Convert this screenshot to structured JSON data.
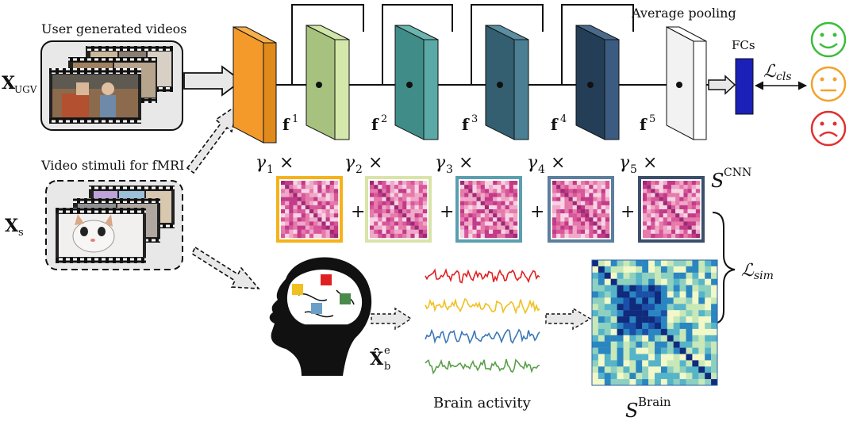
{
  "labels": {
    "ugv_title": "User generated videos",
    "stim_title": "Video stimuli for fMRI",
    "x_ugv_main": "X",
    "x_ugv_sub": "UGV",
    "x_s_main": "X",
    "x_s_sub": "s",
    "avg_pooling": "Average pooling",
    "fcs": "FCs",
    "loss_cls_main": "ℒ",
    "loss_cls_sub": "cls",
    "loss_sim_main": "ℒ",
    "loss_sim_sub": "sim",
    "s_cnn_main": "S",
    "s_cnn_sup": "CNN",
    "s_brain_main": "S",
    "s_brain_sup": "Brain",
    "xb_main": "X̂",
    "xb_sub": "b",
    "xb_sup": "e",
    "brain_activity": "Brain activity"
  },
  "features": [
    {
      "base": "f",
      "sup": "1"
    },
    {
      "base": "f",
      "sup": "2"
    },
    {
      "base": "f",
      "sup": "3"
    },
    {
      "base": "f",
      "sup": "4"
    },
    {
      "base": "f",
      "sup": "5"
    }
  ],
  "gammas": [
    {
      "sym": "γ",
      "sub": "1",
      "op": "×"
    },
    {
      "sym": "γ",
      "sub": "2",
      "op": "×"
    },
    {
      "sym": "γ",
      "sub": "3",
      "op": "×"
    },
    {
      "sym": "γ",
      "sub": "4",
      "op": "×"
    },
    {
      "sym": "γ",
      "sub": "5",
      "op": "×"
    }
  ],
  "plus": [
    "+",
    "+",
    "+",
    "+"
  ],
  "colors": {
    "conv0": "#f39a2b",
    "blocks": [
      "#b9d48e",
      "#4f9e9a",
      "#3f7a8a",
      "#2d4f6e",
      "#fdfdfd"
    ],
    "fc": "#1a20b8",
    "happy": "#3bbd3b",
    "neutral": "#f3a22c",
    "sad": "#e03030",
    "matrix_borders": [
      "#f6b21a",
      "#d8e4a8",
      "#5a9fb0",
      "#5b7f9c",
      "#3b4f6a"
    ],
    "signals": [
      "#e02020",
      "#f0c020",
      "#3b78b8",
      "#5aa04a"
    ],
    "brain_regions": [
      "#f0c020",
      "#e02020",
      "#6aa0c8",
      "#4a8a4a"
    ]
  },
  "icons": [
    "film-strip-icon",
    "film-strip-icon",
    "happy-face-icon",
    "neutral-face-icon",
    "sad-face-icon",
    "brain-head-icon"
  ]
}
